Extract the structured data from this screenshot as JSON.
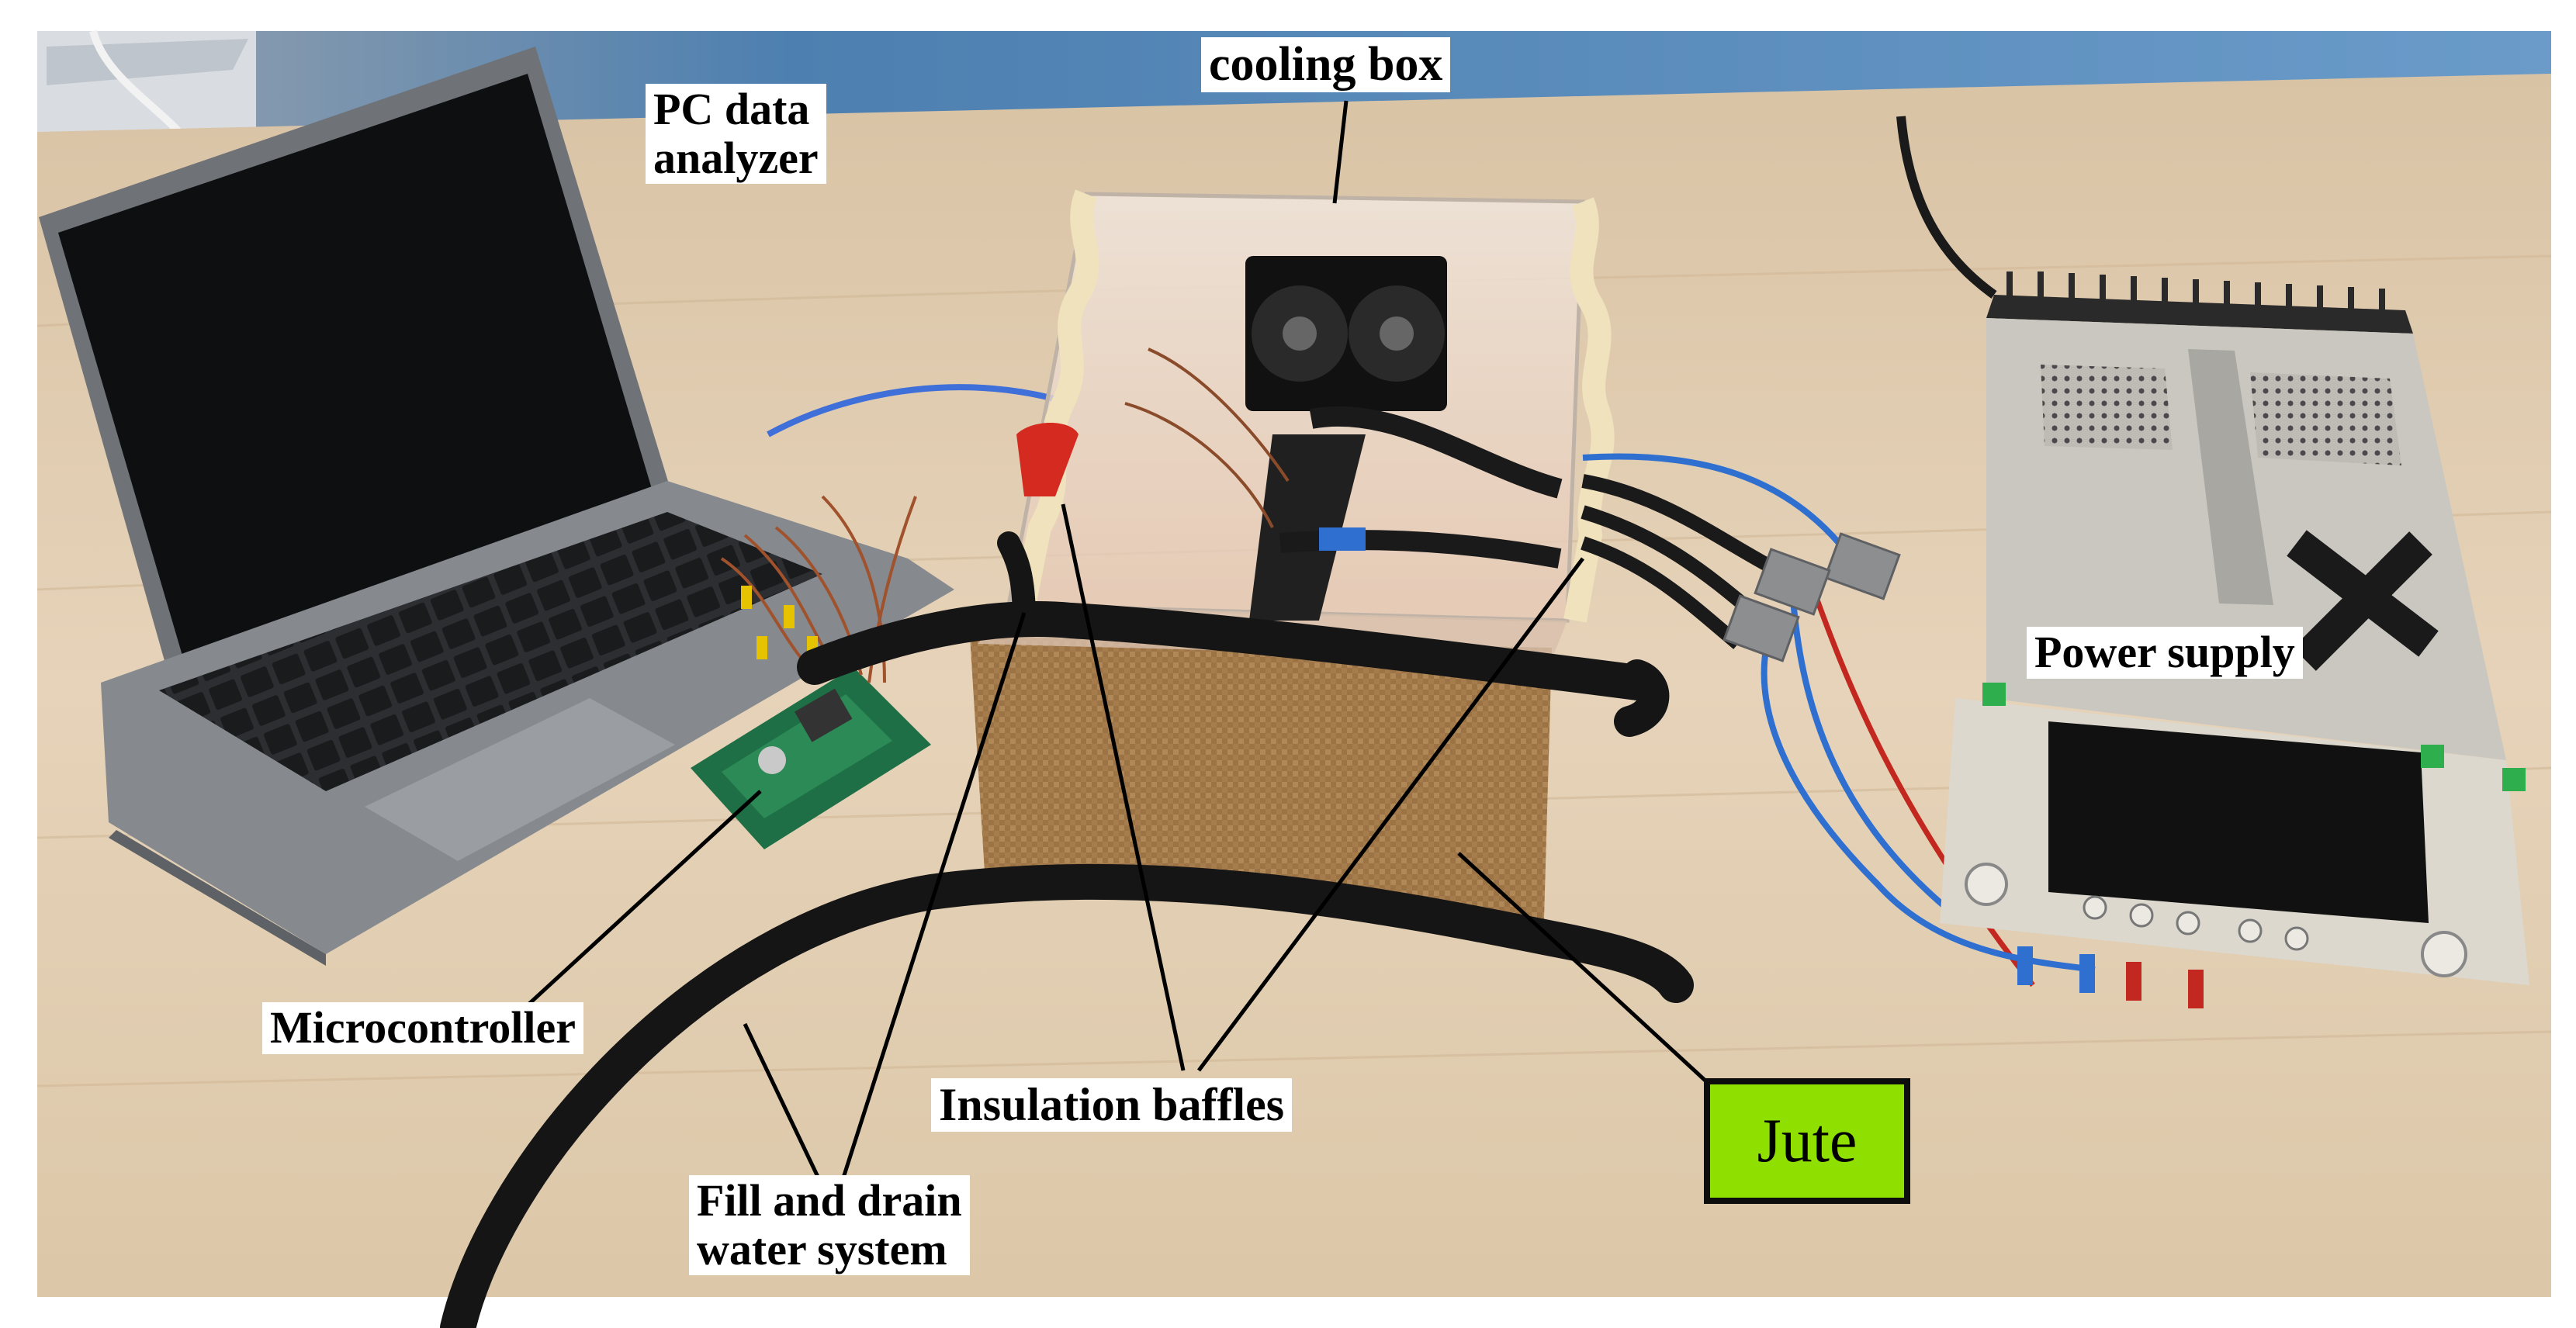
{
  "labels": {
    "pc_line1": "PC data",
    "pc_line2": "analyzer",
    "cooling_box": "cooling box",
    "power_supply": "Power supply",
    "microcontroller": "Microcontroller",
    "insulation_baffles": "Insulation baffles",
    "jute": "Jute",
    "fill_line1": "Fill and drain",
    "fill_line2": "water system"
  },
  "colors": {
    "table": "#e2cfb5",
    "floor": "#5e8cb8",
    "jute_label_bg": "#8fe000",
    "laptop": "#7c7f84",
    "power_supply_case": "#c9c7c0",
    "hose": "#151515"
  },
  "icons": {
    "laptop": "laptop-icon",
    "cooling_box": "cooling-box-illustration",
    "power_supply": "power-supply-illustration",
    "microcontroller": "circuit-board-illustration",
    "hose": "water-hose-illustration"
  }
}
